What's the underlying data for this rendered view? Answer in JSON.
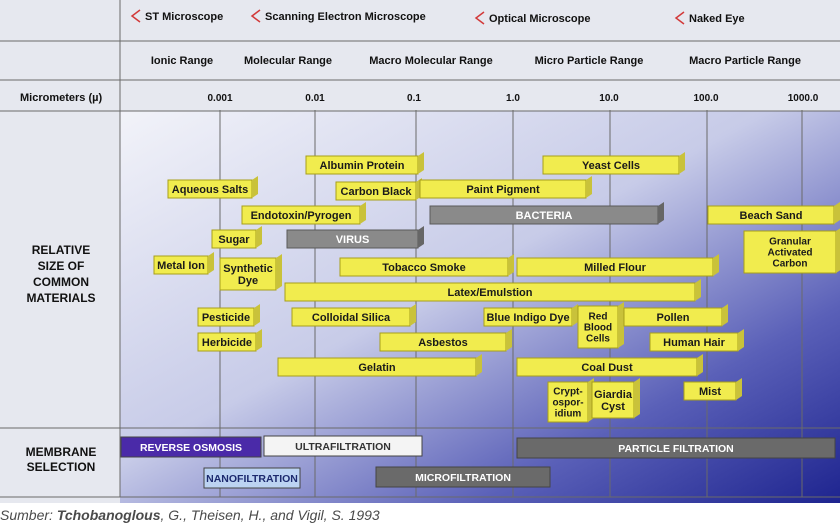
{
  "legend": [
    {
      "label": "ST Microscope"
    },
    {
      "label": "Scanning Electron Microscope"
    },
    {
      "label": "Optical Microscope"
    },
    {
      "label": "Naked Eye"
    }
  ],
  "ranges": [
    "Ionic Range",
    "Molecular Range",
    "Macro Molecular Range",
    "Micro Particle Range",
    "Macro Particle Range"
  ],
  "scale": {
    "label": "Micrometers (µ)",
    "ticks": [
      "0.001",
      "0.01",
      "0.1",
      "1.0",
      "10.0",
      "100.0",
      "1000.0"
    ]
  },
  "section_labels": {
    "materials": [
      "RELATIVE",
      "SIZE OF",
      "COMMON",
      "MATERIALS"
    ],
    "membranes": [
      "MEMBRANE",
      "SELECTION"
    ]
  },
  "materials": [
    {
      "label": [
        "Albumin Protein"
      ]
    },
    {
      "label": [
        "Yeast Cells"
      ]
    },
    {
      "label": [
        "Aqueous Salts"
      ]
    },
    {
      "label": [
        "Carbon Black"
      ]
    },
    {
      "label": [
        "Paint Pigment"
      ]
    },
    {
      "label": [
        "Endotoxin/Pyrogen"
      ]
    },
    {
      "label": [
        "BACTERIA"
      ]
    },
    {
      "label": [
        "Beach Sand"
      ]
    },
    {
      "label": [
        "Sugar"
      ]
    },
    {
      "label": [
        "VIRUS"
      ]
    },
    {
      "label": [
        "Granular",
        "Activated",
        "Carbon"
      ]
    },
    {
      "label": [
        "Metal Ion"
      ]
    },
    {
      "label": [
        "Synthetic",
        "Dye"
      ]
    },
    {
      "label": [
        "Tobacco Smoke"
      ]
    },
    {
      "label": [
        "Milled Flour"
      ]
    },
    {
      "label": [
        "Latex/Emulstion"
      ]
    },
    {
      "label": [
        "Pesticide"
      ]
    },
    {
      "label": [
        "Colloidal Silica"
      ]
    },
    {
      "label": [
        "Blue Indigo Dye"
      ]
    },
    {
      "label": [
        "Red",
        "Blood",
        "Cells"
      ]
    },
    {
      "label": [
        "Pollen"
      ]
    },
    {
      "label": [
        "Herbicide"
      ]
    },
    {
      "label": [
        "Asbestos"
      ]
    },
    {
      "label": [
        "Human Hair"
      ]
    },
    {
      "label": [
        "Gelatin"
      ]
    },
    {
      "label": [
        "Coal Dust"
      ]
    },
    {
      "label": [
        "Crypt-",
        "ospor-",
        "idium"
      ]
    },
    {
      "label": [
        "Giardia",
        "Cyst"
      ]
    },
    {
      "label": [
        "Mist"
      ]
    }
  ],
  "membranes": [
    {
      "label": "REVERSE OSMOSIS"
    },
    {
      "label": "ULTRAFILTRATION"
    },
    {
      "label": "PARTICLE FILTRATION"
    },
    {
      "label": "NANOFILTRATION"
    },
    {
      "label": "MICROFILTRATION"
    }
  ],
  "source": {
    "prefix": "Sumber: ",
    "authors": "Tchobanoglous",
    "rest": ", G., Theisen, H., and Vigil, S. 1993"
  },
  "colors": {
    "bar_yellow": "#f1ec4e",
    "bar_grey": "#8a8a8a",
    "header_bg": "#e6e8ef",
    "gradient_light": "#eceef7",
    "gradient_dark": "#1e248f",
    "legend_arrow": "#d23a3a",
    "reverse_osmosis": "#4a2aa8",
    "nanofiltration": "#bcd3f2"
  }
}
